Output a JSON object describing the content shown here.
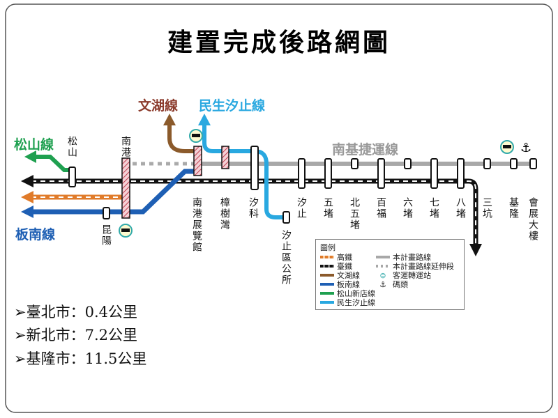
{
  "title": "建置完成後路網圖",
  "lines": {
    "wenhu": "文湖線",
    "minsheng": "民生汐止線",
    "songshan": "松山線",
    "bannan": "板南線",
    "nanji": "南基捷運線"
  },
  "colors": {
    "wenhu": "#8b5a2b",
    "minsheng": "#29a8e0",
    "songshan": "#1fa050",
    "bannan": "#1e5fb4",
    "hsr": "#e07b2a",
    "plan": "#a0a0a0"
  },
  "stations": {
    "songshan": "松山",
    "nangang": "南港",
    "kunyang": "昆陽",
    "nangang_exh": "南港展覽館",
    "zhangshuwan": "樟樹灣",
    "xike": "汐科",
    "xizhi_office": "汐止區公所",
    "xizhi": "汐止",
    "wudu": "五堵",
    "beiwudu": "北五堵",
    "baifu": "百福",
    "liudu": "六堵",
    "qidu": "七堵",
    "badu": "八堵",
    "sankeng": "三坑",
    "keelung": "基隆",
    "convention": "會展大樓"
  },
  "legend": {
    "title": "圖例",
    "items": [
      "高鐵",
      "臺鐵",
      "文湖線",
      "板南線",
      "松山新店線",
      "民生汐止線",
      "本計畫路線",
      "本計畫路線延伸段",
      "客運轉運站",
      "碼頭"
    ]
  },
  "distances": [
    "臺北市：0.4公里",
    "新北市：7.2公里",
    "基隆市：11.5公里"
  ]
}
